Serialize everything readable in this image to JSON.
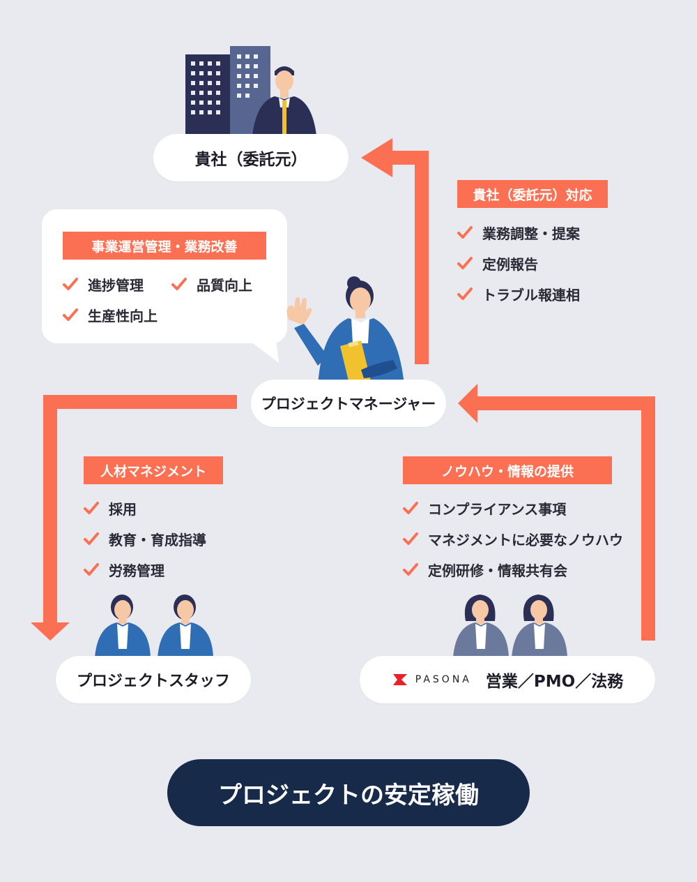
{
  "client": {
    "label": "貴社（委託元）"
  },
  "client_support": {
    "tag": "貴社（委託元）対応",
    "items": [
      "業務調整・提案",
      "定例報告",
      "トラブル報連相"
    ]
  },
  "pm_bubble": {
    "tag": "事業運営管理・業務改善",
    "items": [
      "進捗管理",
      "品質向上",
      "生産性向上"
    ]
  },
  "pm": {
    "label": "プロジェクトマネージャー"
  },
  "hr": {
    "tag": "人材マネジメント",
    "items": [
      "採用",
      "教育・育成指導",
      "労務管理"
    ]
  },
  "knowhow": {
    "tag": "ノウハウ・情報の提供",
    "items": [
      "コンプライアンス事項",
      "マネジメントに必要なノウハウ",
      "定例研修・情報共有会"
    ]
  },
  "staff": {
    "label": "プロジェクトスタッフ"
  },
  "pasona": {
    "logo_text": "PASONA",
    "label": "営業／PMO／法務"
  },
  "result": {
    "label": "プロジェクトの安定稼働"
  },
  "colors": {
    "accent": "#fb7052",
    "navy": "#172a4a",
    "background": "#e9eaf0",
    "blue": "#2f6db5",
    "gray_suit": "#6b7a9c"
  },
  "icons": [
    "building-icon",
    "businessman-icon",
    "manager-woman-icon",
    "staff-woman-icon",
    "pasona-woman-icon",
    "check-icon",
    "arrow-icon",
    "pasona-logo-icon"
  ]
}
